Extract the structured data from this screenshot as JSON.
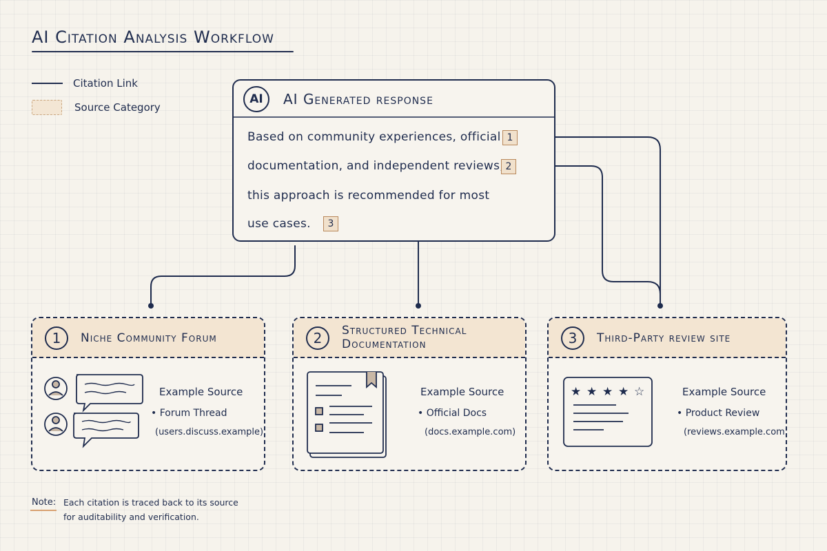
{
  "title": "AI Citation Analysis Workflow",
  "legend": {
    "citation_link": "Citation Link",
    "source_category": "Source Category"
  },
  "ai_response": {
    "badge": "AI",
    "title": "AI Generated response",
    "lines": [
      "Based on community experiences, official",
      "documentation, and independent reviews,",
      "this approach is recommended for most",
      "use cases."
    ],
    "citations": [
      "1",
      "2",
      "3"
    ]
  },
  "sources": [
    {
      "number": "1",
      "title": "Niche Community Forum",
      "example_label": "Example Source",
      "item": "• Forum Thread",
      "url": "(users.discuss.example)",
      "icon": "forum-icon"
    },
    {
      "number": "2",
      "title_line1": "Structured Technical",
      "title_line2": "Documentation",
      "example_label": "Example Source",
      "item": "• Official Docs",
      "url": "(docs.example.com)",
      "icon": "document-icon"
    },
    {
      "number": "3",
      "title": "Third-Party review site",
      "example_label": "Example Source",
      "item": "• Product Review",
      "url": "(reviews.example.com)",
      "icon": "review-icon",
      "rating": 4,
      "rating_max": 5
    }
  ],
  "note": {
    "label": "Note:",
    "line1": "Each citation is traced back to its source",
    "line2": "for auditability and verification."
  },
  "colors": {
    "ink": "#1e2b4d",
    "accent": "#f3e5d2",
    "accent_border": "#b8875a",
    "background": "#f6f3ec"
  }
}
